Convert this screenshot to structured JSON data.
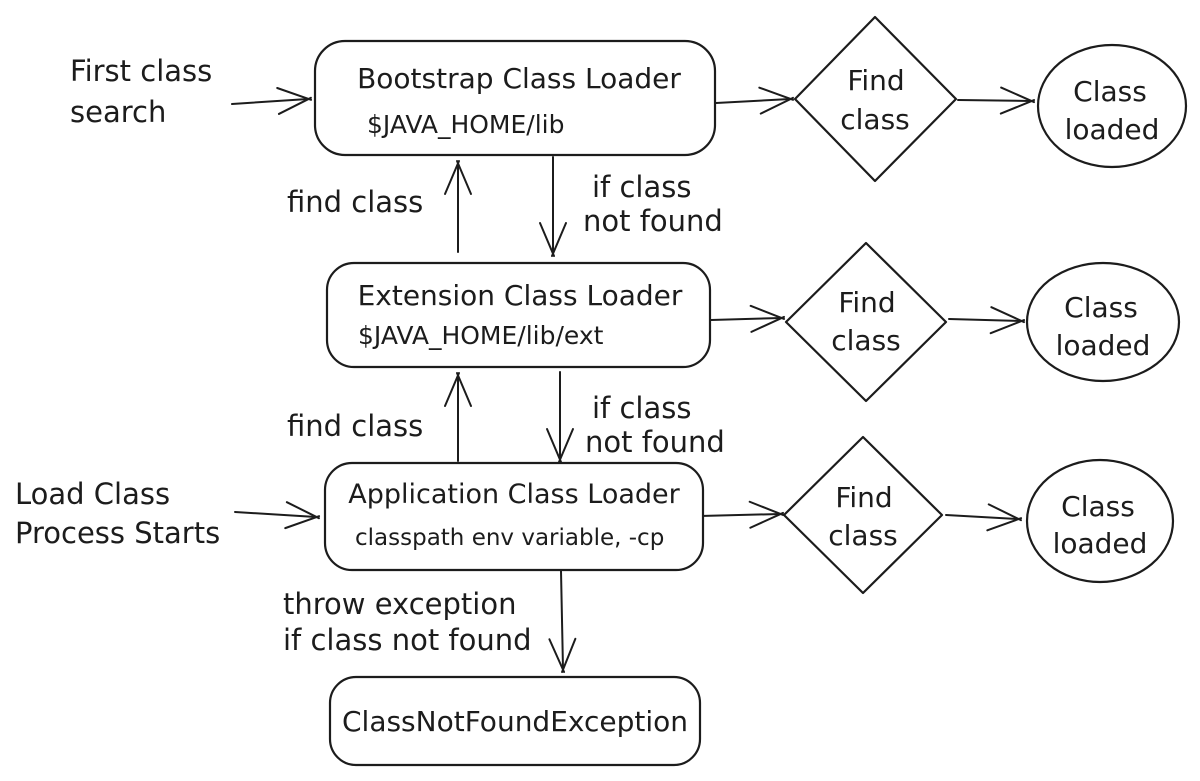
{
  "diagram": {
    "background": "#ffffff",
    "stroke": "#1c1c1c",
    "nodes": {
      "bootstrap_loader": {
        "title": "Bootstrap Class Loader",
        "subtitle": "$JAVA_HOME/lib"
      },
      "extension_loader": {
        "title": "Extension Class Loader",
        "subtitle": "$JAVA_HOME/lib/ext"
      },
      "application_loader": {
        "title": "Application Class Loader",
        "subtitle": "classpath env variable, -cp"
      },
      "exception": {
        "title": "ClassNotFoundException"
      },
      "decision": {
        "line1": "Find",
        "line2": "class"
      },
      "terminal": {
        "line1": "Class",
        "line2": "loaded"
      }
    },
    "annotations": {
      "first_class_search": [
        "First class",
        "search"
      ],
      "load_class_process": [
        "Load Class",
        "Process Starts"
      ],
      "find_class_upper": "find class",
      "find_class_lower": "find class",
      "if_class_not_found_upper": [
        "if class",
        "not found"
      ],
      "if_class_not_found_lower": [
        "if class",
        "not found"
      ],
      "throw_exception": [
        "throw exception",
        "if class not found"
      ]
    }
  }
}
